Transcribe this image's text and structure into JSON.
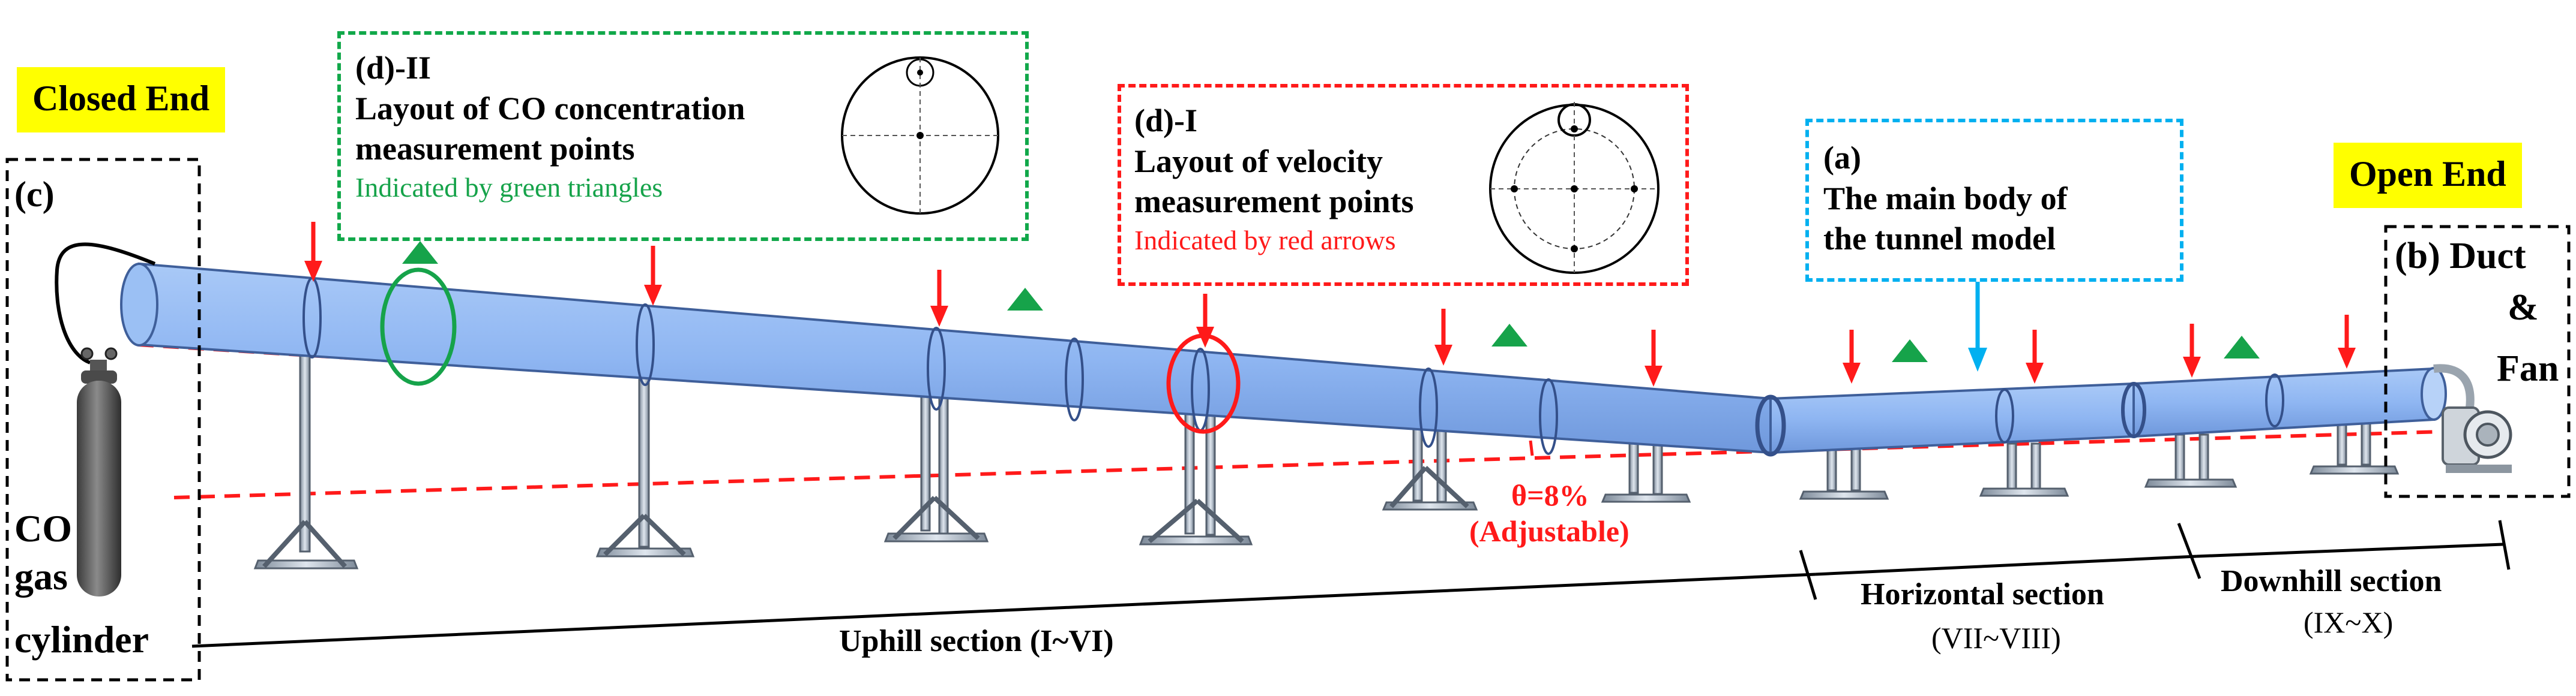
{
  "labels": {
    "closed_end": "Closed End",
    "open_end": "Open End",
    "c_tag": "(c)",
    "co_cylinder_line1": "CO",
    "co_cylinder_line2": "gas",
    "co_cylinder_line3": "cylinder",
    "b_tag_line1": "(b) Duct",
    "b_tag_line2": "&",
    "b_tag_line3": "Fan",
    "theta": "θ=8%",
    "adjustable": "(Adjustable)",
    "uphill_section": "Uphill section  (I~VI)",
    "horizontal_section": "Horizontal section",
    "horizontal_range": "(VII~VIII)",
    "downhill_section": "Downhill section",
    "downhill_range": "(IX~X)"
  },
  "boxes": {
    "d2": {
      "tag": "(d)-II",
      "title_line1": "Layout of CO concentration",
      "title_line2": "measurement points",
      "subtitle": "Indicated by green triangles"
    },
    "d1": {
      "tag": "(d)-I",
      "title_line1": "Layout of velocity",
      "title_line2": "measurement points",
      "subtitle": "Indicated by red arrows"
    },
    "a": {
      "tag": "(a)",
      "title_line1": "The main body of",
      "title_line2": "the tunnel model"
    }
  },
  "colors": {
    "tunnel_fill": "#8fb6f2",
    "tunnel_edge": "#4a6fb0",
    "red": "#ff1a1a",
    "green": "#16a34a",
    "green_dark": "#16a34a",
    "cyan": "#00b0f0",
    "highlight": "#ffff00",
    "green_box": "#11a84a"
  }
}
